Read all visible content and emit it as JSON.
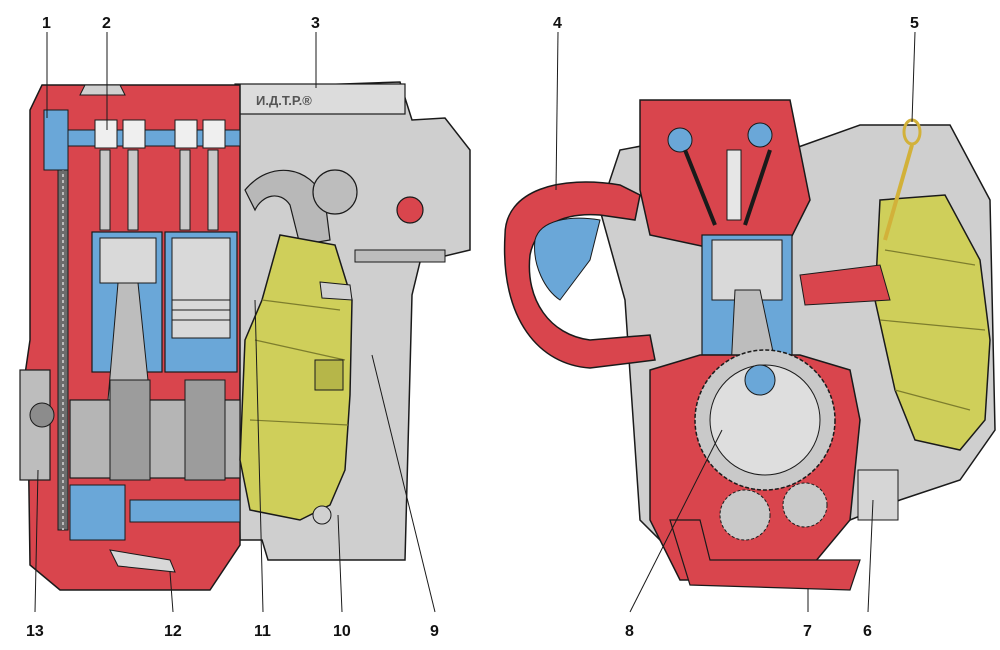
{
  "figure": {
    "stamp": "И.Д.Т.Р.®",
    "colors": {
      "red": "#d9454d",
      "blue": "#6aa7d8",
      "gray": "#c9c9c9",
      "darkgray": "#8c8c8c",
      "yellow": "#cfcf5a",
      "line": "#1a1a1a"
    }
  },
  "callouts": [
    {
      "id": "c1",
      "text": "1"
    },
    {
      "id": "c2",
      "text": "2"
    },
    {
      "id": "c3",
      "text": "3"
    },
    {
      "id": "c4",
      "text": "4"
    },
    {
      "id": "c5",
      "text": "5"
    },
    {
      "id": "c6",
      "text": "6"
    },
    {
      "id": "c7",
      "text": "7"
    },
    {
      "id": "c8",
      "text": "8"
    },
    {
      "id": "c9",
      "text": "9"
    },
    {
      "id": "c10",
      "text": "10"
    },
    {
      "id": "c11",
      "text": "11"
    },
    {
      "id": "c12",
      "text": "12"
    },
    {
      "id": "c13",
      "text": "13"
    }
  ]
}
